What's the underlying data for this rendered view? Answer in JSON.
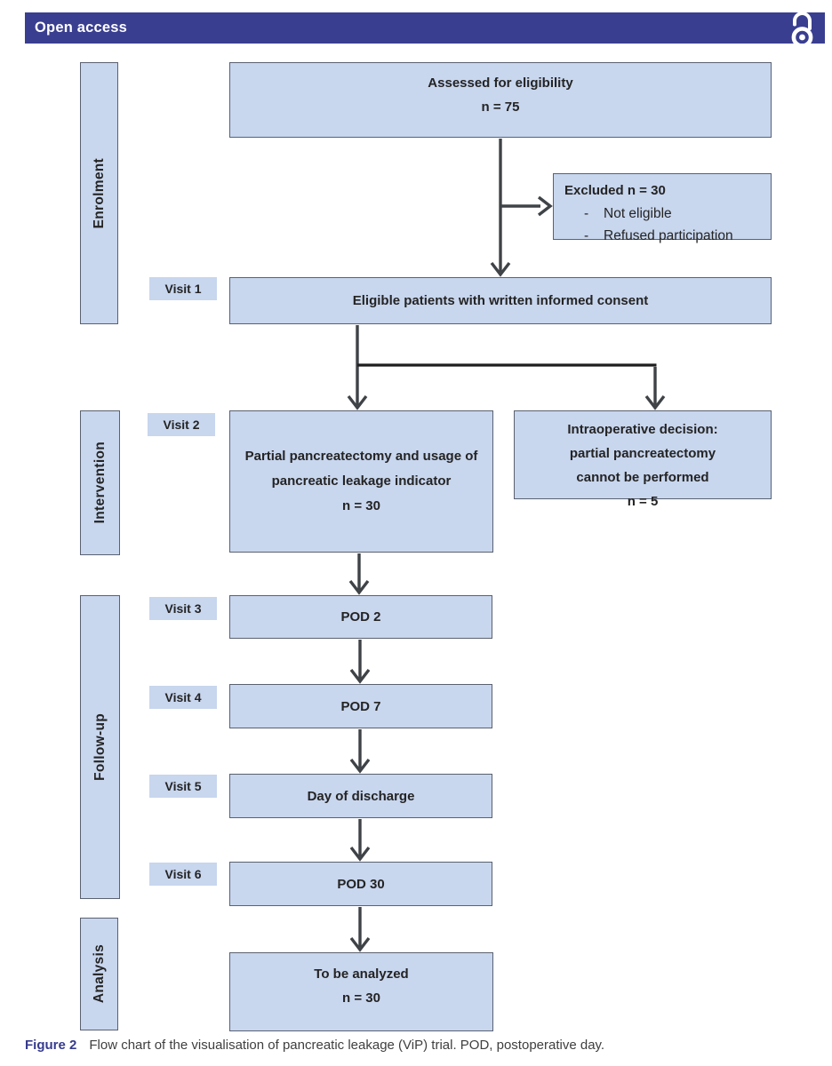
{
  "header": {
    "title": "Open access"
  },
  "colors": {
    "band": "#3A3E90",
    "box_fill": "#C8D6EE",
    "box_border": "#5A6170",
    "arrow": "#3F4347",
    "branch_line": "#1E1E1E",
    "caption_label": "#363B8E"
  },
  "stages": [
    {
      "label": "Enrolment"
    },
    {
      "label": "Intervention"
    },
    {
      "label": "Follow-up"
    },
    {
      "label": "Analysis"
    }
  ],
  "visits": [
    "Visit 1",
    "Visit 2",
    "Visit 3",
    "Visit 4",
    "Visit 5",
    "Visit 6"
  ],
  "boxes": {
    "assessed": {
      "lines": [
        "Assessed for eligibility",
        "n = 75"
      ]
    },
    "excluded": {
      "title": "Excluded n = 30",
      "bullets": [
        {
          "marker": "-",
          "text": "Not eligible"
        },
        {
          "marker": "-",
          "text": "Refused participation"
        }
      ]
    },
    "eligible": {
      "text": "Eligible patients with written informed consent"
    },
    "partial": {
      "lines": [
        "Partial pancreatectomy and usage of",
        "pancreatic leakage indicator",
        "n = 30"
      ]
    },
    "intraoperative": {
      "lines": [
        "Intraoperative decision:",
        "partial pancreatectomy",
        "cannot be performed",
        "n = 5"
      ]
    },
    "pod2": {
      "text": "POD 2"
    },
    "pod7": {
      "text": "POD 7"
    },
    "discharge": {
      "text": "Day of discharge"
    },
    "pod30": {
      "text": "POD 30"
    },
    "analyzed": {
      "lines": [
        "To be analyzed",
        "n = 30"
      ]
    }
  },
  "caption": {
    "label": "Figure 2",
    "text": "Flow chart of the visualisation of pancreatic leakage (ViP) trial. POD, postoperative day."
  }
}
